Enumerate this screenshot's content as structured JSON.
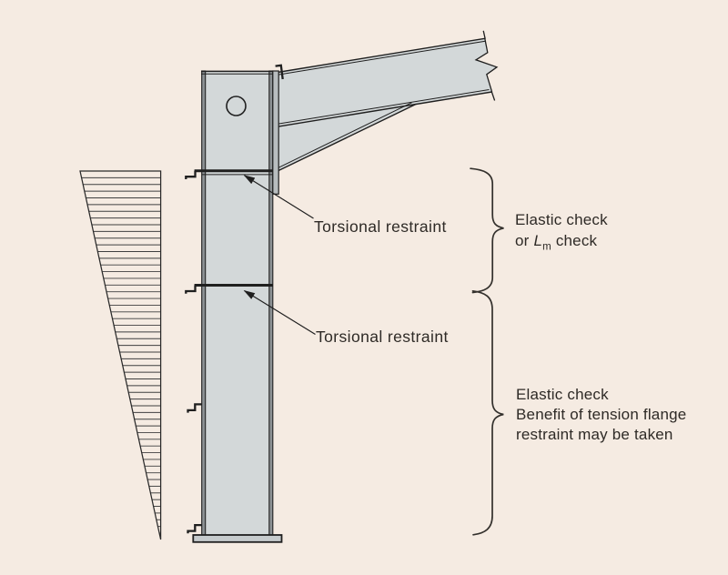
{
  "figure": {
    "description": "Column with haunched rafter connection, torsional restraints, triangular bending moment diagram and check-zone braces"
  },
  "colors": {
    "background": "#f5ebe2",
    "steel_fill": "#d3d8d9",
    "flange_band": "#8c9194",
    "end_plate": "#b8bdbf",
    "base_plate": "#c6cbcd",
    "line": "#1f1f1f",
    "hatch": "#3f3f3f",
    "text": "#2e2a26"
  },
  "labels": {
    "torsional_restraint_upper": "Torsional restraint",
    "torsional_restraint_lower": "Torsional restraint",
    "upper_brace_note": {
      "line1": "Elastic check",
      "or_prefix": "or ",
      "lm_symbol": "L",
      "lm_subscript": "m",
      "suffix": " check"
    },
    "lower_brace_note": {
      "line1": "Elastic check",
      "line2": "Benefit of tension flange",
      "line3": "restraint may be taken"
    }
  }
}
